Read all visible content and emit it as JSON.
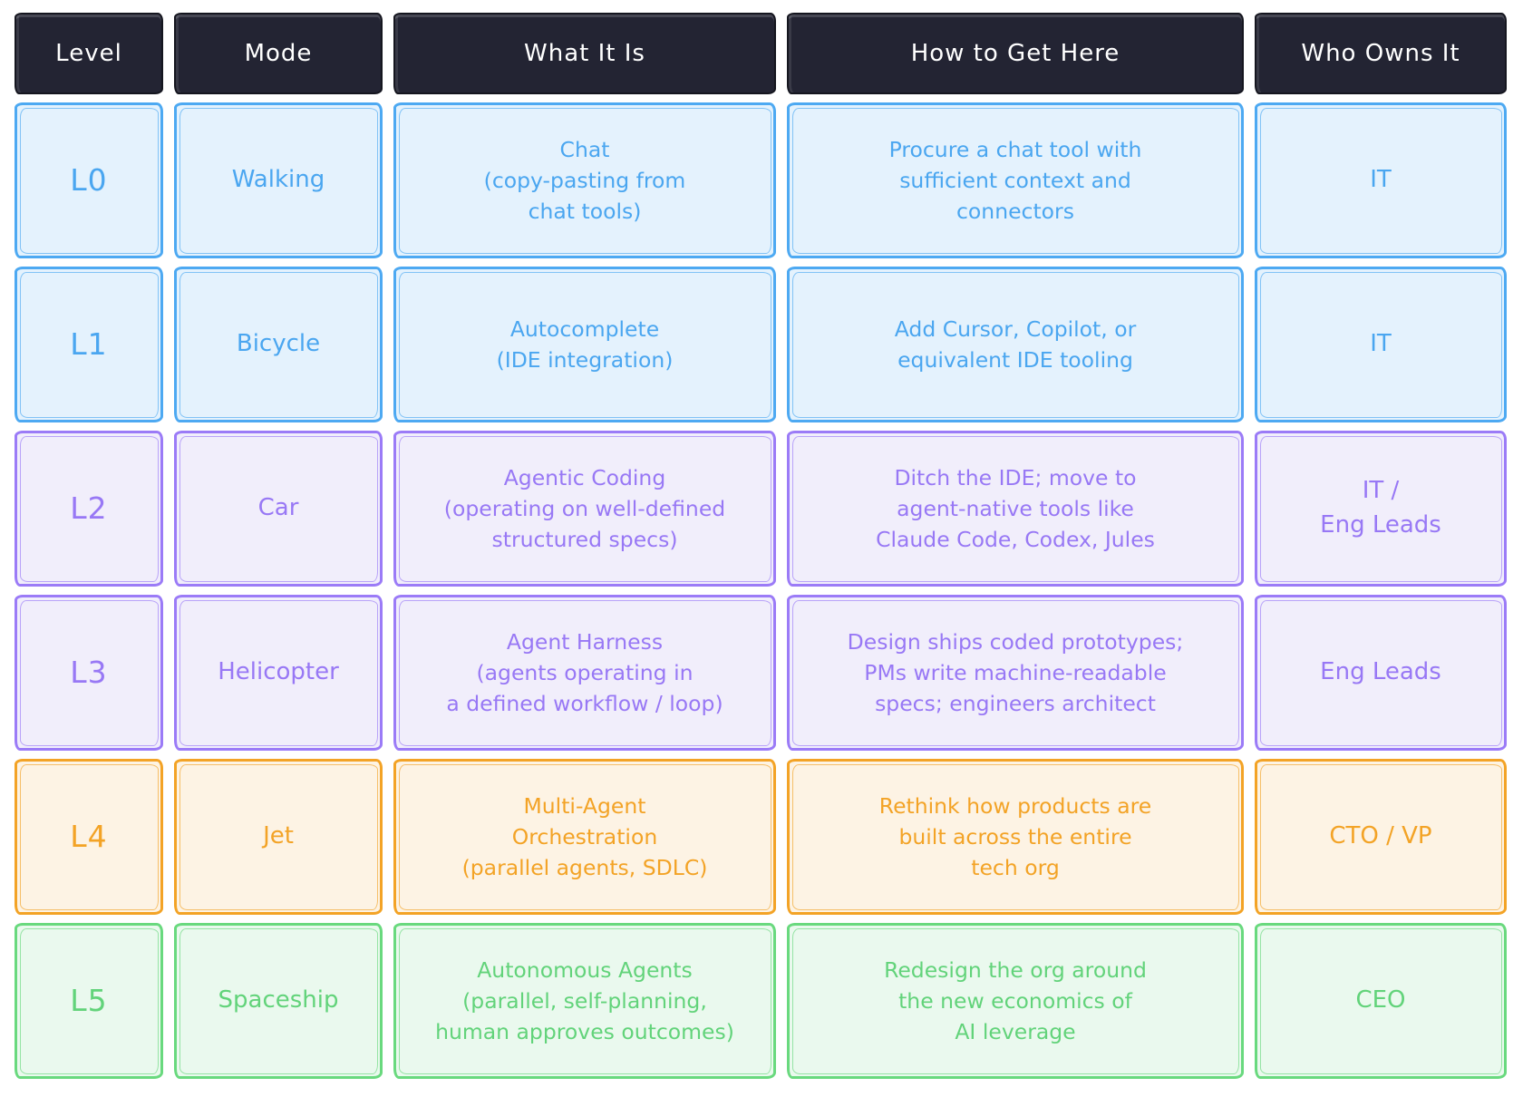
{
  "table": {
    "headers": [
      "Level",
      "Mode",
      "What It Is",
      "How to Get Here",
      "Who Owns It"
    ],
    "rows": [
      {
        "theme": "blue",
        "level": "L0",
        "mode": "Walking",
        "what": "Chat\n(copy-pasting from\nchat tools)",
        "how": "Procure a chat tool with\nsufficient context and\nconnectors",
        "owner": "IT"
      },
      {
        "theme": "blue",
        "level": "L1",
        "mode": "Bicycle",
        "what": "Autocomplete\n(IDE integration)",
        "how": "Add Cursor, Copilot, or\nequivalent IDE tooling",
        "owner": "IT"
      },
      {
        "theme": "purple",
        "level": "L2",
        "mode": "Car",
        "what": "Agentic Coding\n(operating on well-defined\nstructured specs)",
        "how": "Ditch the IDE; move to\nagent-native tools like\nClaude Code, Codex, Jules",
        "owner": "IT /\nEng Leads"
      },
      {
        "theme": "purple",
        "level": "L3",
        "mode": "Helicopter",
        "what": "Agent Harness\n(agents operating in\na defined workflow / loop)",
        "how": "Design ships coded prototypes;\nPMs write machine-readable\nspecs; engineers architect",
        "owner": "Eng Leads"
      },
      {
        "theme": "orange",
        "level": "L4",
        "mode": "Jet",
        "what": "Multi-Agent\nOrchestration\n(parallel agents, SDLC)",
        "how": "Rethink how products are\nbuilt across the entire\ntech org",
        "owner": "CTO / VP"
      },
      {
        "theme": "green",
        "level": "L5",
        "mode": "Spaceship",
        "what": "Autonomous Agents\n(parallel, self-planning,\nhuman approves outcomes)",
        "how": "Redesign the org around\nthe new economics of\nAI leverage",
        "owner": "CEO"
      }
    ]
  },
  "colors": {
    "header_bg": "#232433",
    "header_text": "#ffffff",
    "themes": {
      "blue": {
        "border": "#4da9f2",
        "fill": "#e4f2fd",
        "text": "#4aa6f0"
      },
      "purple": {
        "border": "#9b7bf7",
        "fill": "#f1eefb",
        "text": "#9878f5"
      },
      "orange": {
        "border": "#f3a326",
        "fill": "#fdf3e4",
        "text": "#f3a326"
      },
      "green": {
        "border": "#69d97e",
        "fill": "#eaf9ee",
        "text": "#62d37a"
      }
    }
  }
}
